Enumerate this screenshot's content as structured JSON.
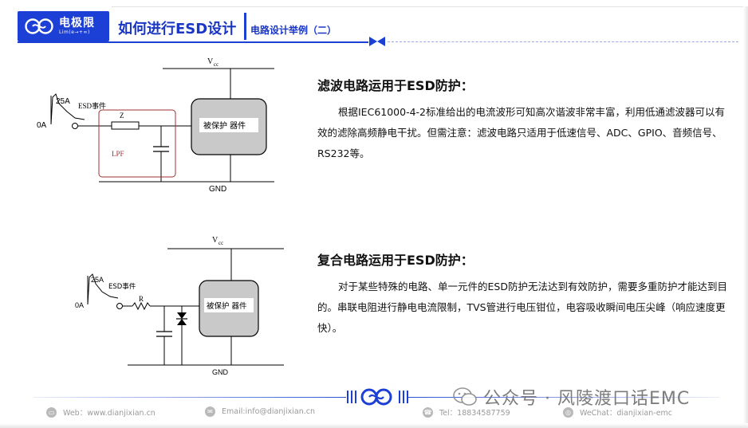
{
  "header": {
    "logo_cn": "电极限",
    "logo_en": "Lim(e→+∞)",
    "title": "如何进行ESD设计",
    "subtitle": "电路设计举例（二）"
  },
  "circuit1": {
    "vcc": "V",
    "vcc_sub": "cc",
    "peak": "25A",
    "event": "ESD事件",
    "zero": "0A",
    "z": "Z",
    "lpf": "LPF",
    "device": "被保护 器件",
    "gnd": "GND"
  },
  "circuit2": {
    "vcc": "V",
    "vcc_sub": "cc",
    "peak": "25A",
    "event": "ESD事件",
    "zero": "0A",
    "r": "R",
    "device": "被保护 器件",
    "gnd": "GND"
  },
  "section1": {
    "title": "滤波电路运用于ESD防护：",
    "body": "根据IEC61000-4-2标准给出的电流波形可知高次谐波非常丰富，利用低通滤波器可以有效的滤除高频静电干扰。但需注意：滤波电路只适用于低速信号、ADC、GPIO、音频信号、RS232等。"
  },
  "section2": {
    "title": "复合电路运用于ESD防护：",
    "body": "对于某些特殊的电路、单一元件的ESD防护无法达到有效防护，需要多重防护才能达到目的。串联电阻进行静电电流限制，TVS管进行电压钳位，电容吸收瞬间电压尖峰（响应速度更快）。"
  },
  "footer": {
    "web": "Web：www.dianjixian.cn",
    "email": "Email:info@dianjixian.cn",
    "tel": "Tel：18834587759",
    "wechat": "WeChat：dianjixian-emc"
  },
  "watermark": "公众号 · 风陵渡口话EMC",
  "colors": {
    "brand_blue": "#1c3fd6",
    "lpf_box": "#a03030"
  }
}
